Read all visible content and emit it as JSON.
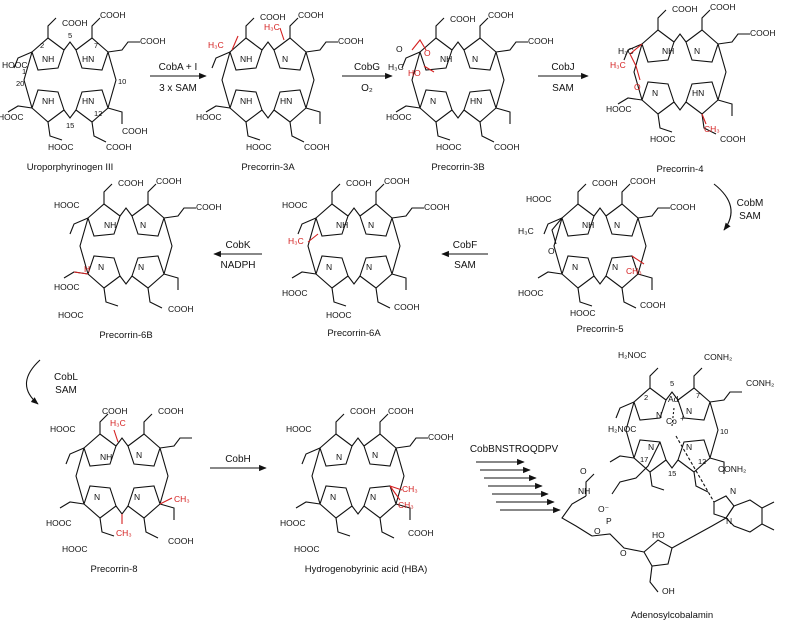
{
  "compounds": {
    "c1": {
      "name": "Uroporphyrinogen III"
    },
    "c2": {
      "name": "Precorrin-3A"
    },
    "c3": {
      "name": "Precorrin-3B"
    },
    "c4": {
      "name": "Precorrin-4"
    },
    "c5": {
      "name": "Precorrin-5"
    },
    "c6": {
      "name": "Precorrin-6A"
    },
    "c7": {
      "name": "Precorrin-6B"
    },
    "c8": {
      "name": "Precorrin-8"
    },
    "c9": {
      "name": "Hydrogenobyrinic acid (HBA)"
    },
    "c10": {
      "name": "Adenosylcobalamin"
    }
  },
  "steps": {
    "s1": {
      "top": "CobA + I",
      "bottom": "3 x SAM"
    },
    "s2": {
      "top": "CobG",
      "bottom": "O₂"
    },
    "s3": {
      "top": "CobJ",
      "bottom": "SAM"
    },
    "s4": {
      "top": "CobM",
      "bottom": "SAM"
    },
    "s5": {
      "top": "CobF",
      "bottom": "SAM"
    },
    "s6": {
      "top": "CobK",
      "bottom": "NADPH"
    },
    "s7": {
      "top": "CobL",
      "bottom": "SAM"
    },
    "s8": {
      "top": "CobH",
      "bottom": ""
    },
    "s9": {
      "top": "CobBNSTROQDPV",
      "bottom": ""
    }
  },
  "groups": {
    "cooh": "COOH",
    "hooc": "HOOC",
    "nh": "NH",
    "hn": "HN",
    "n": "N",
    "h3c": "H₃C",
    "ch3": "CH₃",
    "o": "O",
    "ho": "HO",
    "h": "H",
    "conh2": "CONH₂",
    "h2noc": "H₂NOC",
    "h3c_plain": "H₃C",
    "ad": "Ad",
    "co": "Co",
    "plus": "+",
    "oh": "OH",
    "ominus": "O⁻",
    "p": "P"
  },
  "numbering": {
    "c1": [
      "2",
      "5",
      "7",
      "10",
      "1",
      "20",
      "12",
      "15"
    ],
    "c10": [
      "2",
      "5",
      "7",
      "10",
      "17",
      "12",
      "15"
    ]
  },
  "colors": {
    "ink": "#111111",
    "highlight": "#d42020",
    "background": "#ffffff"
  }
}
